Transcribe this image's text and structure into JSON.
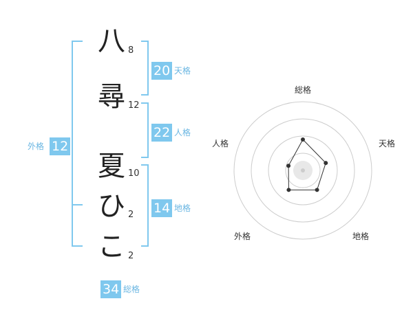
{
  "name_chars": [
    {
      "char": "八",
      "strokes": "8"
    },
    {
      "char": "尋",
      "strokes": "12"
    },
    {
      "char": "夏",
      "strokes": "10"
    },
    {
      "char": "ひ",
      "strokes": "2"
    },
    {
      "char": "こ",
      "strokes": "2"
    }
  ],
  "fortunes": {
    "tenkaku": {
      "value": "20",
      "label": "天格"
    },
    "jinkaku": {
      "value": "22",
      "label": "人格"
    },
    "chikaku": {
      "value": "14",
      "label": "地格"
    },
    "gaikaku": {
      "value": "12",
      "label": "外格"
    },
    "soukaku": {
      "value": "34",
      "label": "総格"
    }
  },
  "radar": {
    "labels": {
      "top": "総格",
      "right": "天格",
      "bottom_right": "地格",
      "bottom_left": "外格",
      "left": "人格"
    },
    "rings": 4,
    "values": {
      "soukaku": 0.45,
      "tenkaku": 0.35,
      "chikaku": 0.35,
      "gaikaku": 0.35,
      "jinkaku": 0.22
    },
    "line_color": "#333333",
    "ring_color": "#cccccc"
  },
  "accent_color": "#7fc8ee"
}
